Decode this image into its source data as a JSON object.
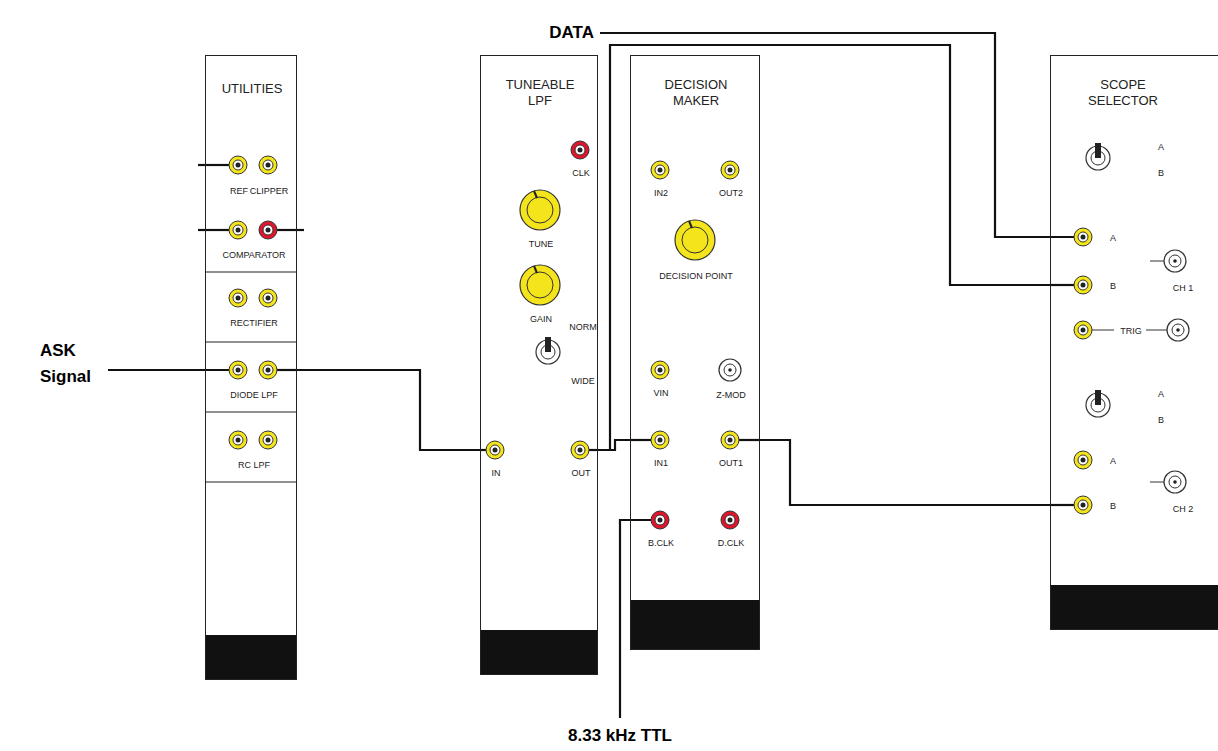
{
  "diagram": {
    "nodes": [
      {
        "text": [
          "UTILITIES",
          "REF",
          "CLIPPER",
          "COMPARATOR",
          "RECTIFIER",
          "DIODE LPF",
          "RC LPF"
        ]
      },
      {
        "text": [
          "TUNEABLE LPF",
          "CLK",
          "TUNE",
          "GAIN",
          "NORM",
          "WIDE",
          "IN",
          "OUT"
        ]
      },
      {
        "text": [
          "DECISION MAKER",
          "IN2",
          "OUT2",
          "DECISION POINT",
          "VIN",
          "Z-MOD",
          "IN1",
          "OUT1",
          "B.CLK",
          "D.CLK"
        ]
      },
      {
        "text": [
          "SCOPE SELECTOR",
          "A",
          "B",
          "A",
          "B",
          "CH 1",
          "TRIG",
          "A",
          "B",
          "A",
          "B",
          "CH 2"
        ]
      }
    ],
    "edges": [
      {
        "from": 0,
        "to": 1,
        "arrow": "none"
      },
      {
        "from": 1,
        "to": 2,
        "arrow": "none"
      },
      {
        "from": 1,
        "to": 3,
        "arrow": "none"
      },
      {
        "from": 2,
        "to": 3,
        "arrow": "none"
      }
    ],
    "labels": [
      "DATA",
      "ASK Signal",
      "8.33 kHz TTL"
    ]
  }
}
